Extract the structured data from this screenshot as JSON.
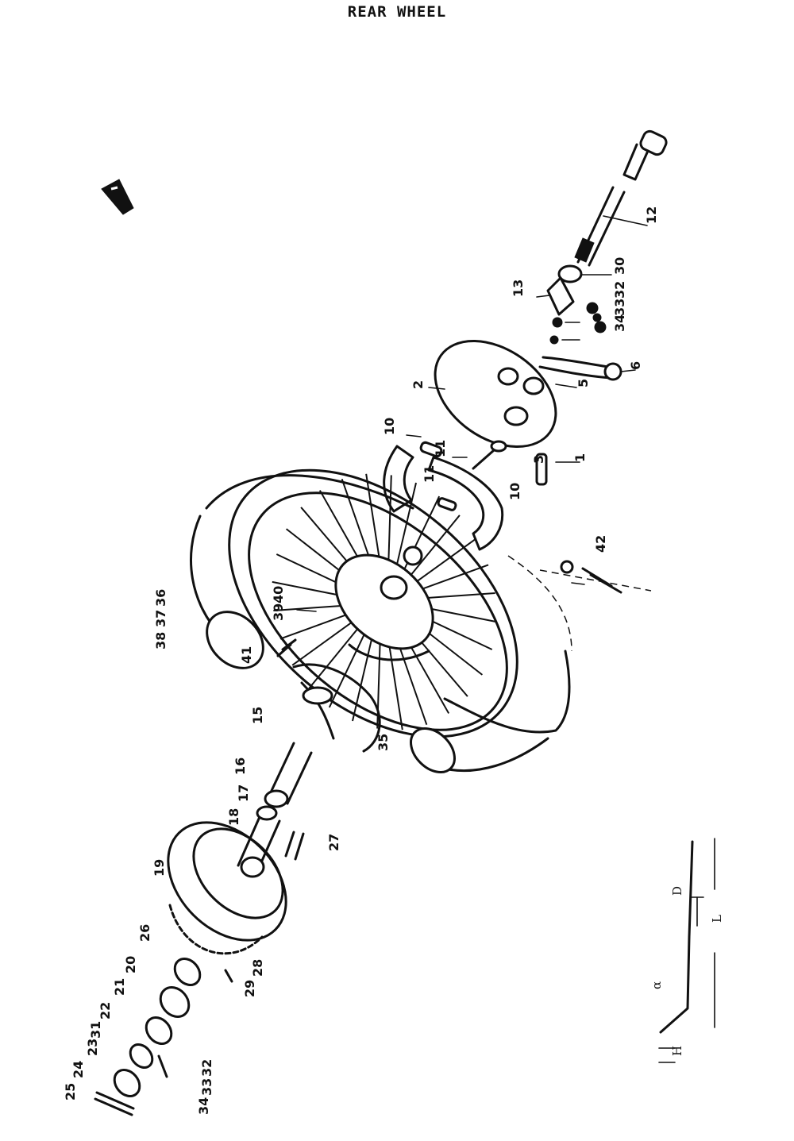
{
  "title": "REAR WHEEL",
  "callouts": [
    "12",
    "30",
    "13",
    "32",
    "33",
    "34",
    "6",
    "5",
    "2",
    "10",
    "11",
    "3",
    "1",
    "11",
    "10",
    "42",
    "38",
    "37",
    "36",
    "39",
    "40",
    "41",
    "15",
    "35",
    "16",
    "17",
    "18",
    "27",
    "19",
    "26",
    "20",
    "28",
    "21",
    "29",
    "22",
    "31",
    "23",
    "24",
    "25",
    "32",
    "33",
    "34"
  ],
  "spoke_diagram": {
    "labels": [
      "D",
      "L",
      "α",
      "H"
    ]
  }
}
